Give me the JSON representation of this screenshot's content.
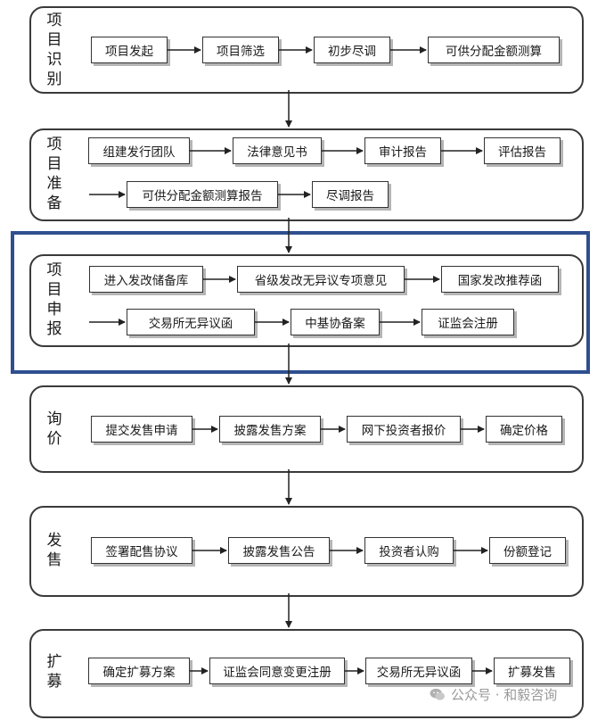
{
  "stages": [
    {
      "label": "项目识别",
      "steps": [
        "项目发起",
        "项目筛选",
        "初步尽调",
        "可供分配金额测算"
      ]
    },
    {
      "label": "项目准备",
      "steps": [
        "组建发行团队",
        "法律意见书",
        "审计报告",
        "评估报告",
        "可供分配金额测算报告",
        "尽调报告"
      ]
    },
    {
      "label": "项目申报",
      "steps": [
        "进入发改储备库",
        "省级发改无异议专项意见",
        "国家发改推荐函",
        "交易所无异议函",
        "中基协备案",
        "证监会注册"
      ]
    },
    {
      "label": "询价",
      "steps": [
        "提交发售申请",
        "披露发售方案",
        "网下投资者报价",
        "确定价格"
      ]
    },
    {
      "label": "发售",
      "steps": [
        "签署配售协议",
        "披露发售公告",
        "投资者认购",
        "份额登记"
      ]
    },
    {
      "label": "扩募",
      "steps": [
        "确定扩募方案",
        "证监会同意变更注册",
        "交易所无异议函",
        "扩募发售"
      ]
    }
  ],
  "watermark": {
    "text": "公众号 · 和毅咨询",
    "icon": "wechat-icon"
  }
}
